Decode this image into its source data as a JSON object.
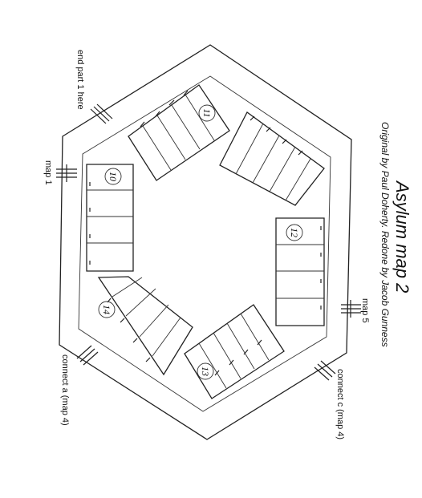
{
  "map": {
    "title": "Asylum map 2",
    "subtitle": "Original by Paul Doherty. Redone by Jacob Gunness",
    "connections": {
      "end_part_1": "end part 1 here",
      "map_1": "map 1",
      "connect_a": "connect a (map 4)",
      "map_5": "map 5",
      "connect_c": "connect c (map 4)"
    },
    "cells": [
      {
        "number": "11"
      },
      {
        "number": "12"
      },
      {
        "number": "13"
      },
      {
        "number": "14"
      },
      {
        "number": "10"
      }
    ],
    "colors": {
      "ink": "#222222",
      "paper": "#ffffff"
    }
  }
}
